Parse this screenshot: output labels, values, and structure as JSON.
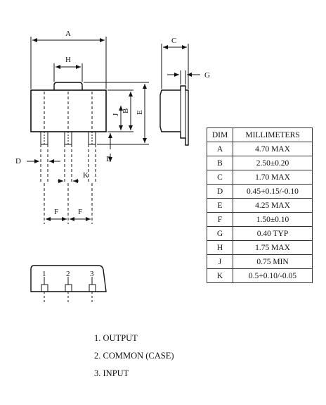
{
  "dimension_labels": {
    "A": "A",
    "B": "B",
    "C": "C",
    "D": "D",
    "E": "E",
    "F": "F",
    "G": "G",
    "H": "H",
    "J": "J",
    "K": "K"
  },
  "pin_numbers": [
    "1",
    "2",
    "3"
  ],
  "table": {
    "headers": [
      "DIM",
      "MILLIMETERS"
    ],
    "rows": [
      [
        "A",
        "4.70 MAX"
      ],
      [
        "B",
        "2.50±0.20"
      ],
      [
        "C",
        "1.70 MAX"
      ],
      [
        "D",
        "0.45+0.15/-0.10"
      ],
      [
        "E",
        "4.25 MAX"
      ],
      [
        "F",
        "1.50±0.10"
      ],
      [
        "G",
        "0.40 TYP"
      ],
      [
        "H",
        "1.75 MAX"
      ],
      [
        "J",
        "0.75 MIN"
      ],
      [
        "K",
        "0.5+0.10/-0.05"
      ]
    ]
  },
  "pin_legend": [
    "1. OUTPUT",
    "2. COMMON (CASE)",
    "3. INPUT"
  ]
}
